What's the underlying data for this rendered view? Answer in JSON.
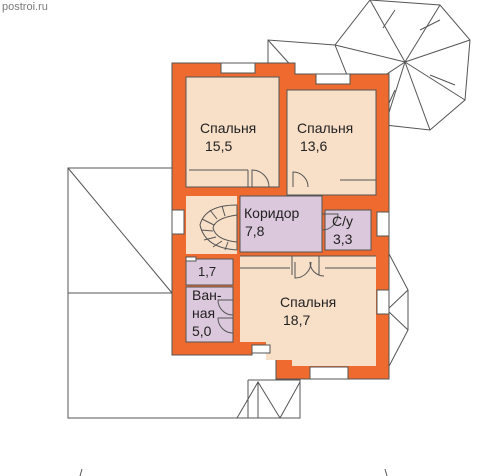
{
  "watermark": "postroi.ru",
  "colors": {
    "wall": "#ee6a2e",
    "room": "#f8dfc7",
    "corridor": "#dcc8dc",
    "outline": "#555555",
    "window": "#ffffff"
  },
  "rooms": {
    "bedroom_nw": {
      "name": "Спальня",
      "area": "15,5"
    },
    "bedroom_ne": {
      "name": "Спальня",
      "area": "13,6"
    },
    "corridor": {
      "name": "Коридор",
      "area": "7,8"
    },
    "wc": {
      "name": "С/у",
      "area": "3,3"
    },
    "storage": {
      "area": "1,7"
    },
    "bathroom": {
      "name_line1": "Ван-",
      "name_line2": "ная",
      "area": "5,0"
    },
    "bedroom_s": {
      "name": "Спальня",
      "area": "18,7"
    }
  }
}
